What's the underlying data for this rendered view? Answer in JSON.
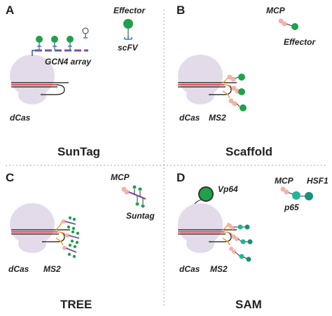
{
  "colors": {
    "dcas": "#e3dbea",
    "guide_red": "#e11d1d",
    "dna": "#111111",
    "ms2_loop": "#f2a341",
    "scfv_blue": "#2f7fd0",
    "effector_green": "#1ea14a",
    "effector_dark": "#17803a",
    "mcp_pink": "#f2b1a8",
    "gcn4_purple": "#7a4ea8",
    "sam_teal": "#22b59a",
    "divider": "#aaaaaa"
  },
  "panels": {
    "a": {
      "letter": "A",
      "title": "SunTag",
      "labels": {
        "effector": "Effector",
        "scfv": "scFV",
        "gcn4_array": "GCN4 array",
        "dcas": "dCas"
      }
    },
    "b": {
      "letter": "B",
      "title": "Scaffold",
      "labels": {
        "mcp": "MCP",
        "effector": "Effector",
        "dcas": "dCas",
        "ms2": "MS2"
      }
    },
    "c": {
      "letter": "C",
      "title": "TREE",
      "labels": {
        "mcp": "MCP",
        "suntag": "Suntag",
        "dcas": "dCas",
        "ms2": "MS2"
      }
    },
    "d": {
      "letter": "D",
      "title": "SAM",
      "labels": {
        "vp64": "Vp64",
        "mcp": "MCP",
        "hsf1": "HSF1",
        "p65": "p65",
        "dcas": "dCas",
        "ms2": "MS2"
      }
    }
  }
}
